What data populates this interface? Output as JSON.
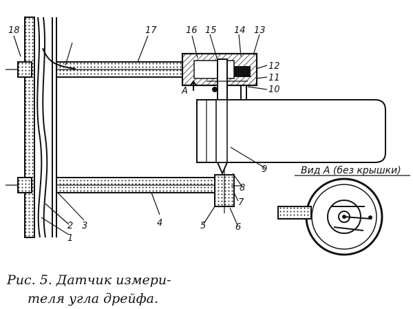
{
  "labels": {
    "l1": "1",
    "l2": "2",
    "l3": "3",
    "l4": "4",
    "l5": "5",
    "l6": "6",
    "l7": "7",
    "l8": "8",
    "l9": "9",
    "l10": "10",
    "l11": "11",
    "l12": "12",
    "l13": "13",
    "l14": "14",
    "l15": "15",
    "l16": "16",
    "l17": "17",
    "l18": "18",
    "arrow_a": "A"
  },
  "view_label": "Вид А (без крышки)",
  "caption": {
    "line1": "Рис. 5. Датчик измери-",
    "line2": "теля угла дрейфа."
  }
}
